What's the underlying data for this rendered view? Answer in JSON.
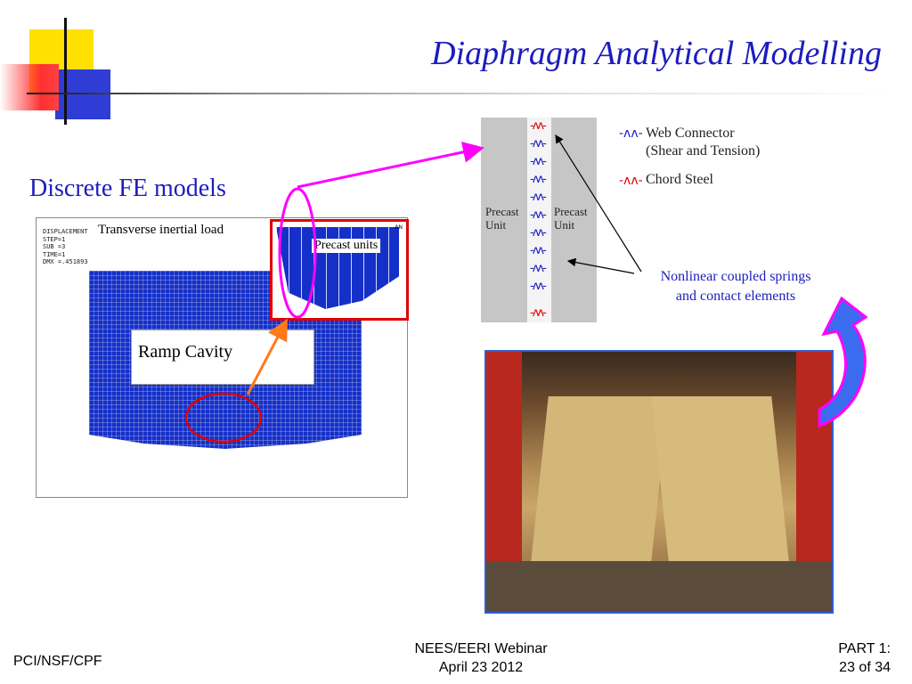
{
  "slide": {
    "title": "Diaphragm Analytical Modelling",
    "subtitle": "Discrete FE models"
  },
  "fe_model": {
    "meta_lines": [
      "DISPLACEMENT",
      "STEP=1",
      "SUB =3",
      "TIME=1",
      "DMX =.451893"
    ],
    "load_label": "Transverse inertial load",
    "cavity_label": "Ramp Cavity",
    "inset_label": "Precast units",
    "inset_tag": "AN"
  },
  "connector_diagram": {
    "left_unit_label": [
      "Precast",
      "Unit"
    ],
    "right_unit_label": [
      "Precast",
      "Unit"
    ],
    "legend_web_label_line1": "Web Connector",
    "legend_web_label_line2": "(Shear and Tension)",
    "legend_chord_label": "Chord Steel",
    "caption_line1": "Nonlinear coupled springs",
    "caption_line2": "and contact elements",
    "web_color": "#1c1cbf",
    "chord_color": "#e00000"
  },
  "footer": {
    "left": "PCI/NSF/CPF",
    "center_line1": "NEES/EERI Webinar",
    "center_line2": "April 23 2012",
    "right_line1": "PART 1:",
    "right_line2": "23 of 34"
  },
  "colors": {
    "title": "#1c1cbf",
    "mesh": "#1530c8",
    "highlight_magenta": "#ff00ff",
    "highlight_red": "#e00000",
    "arrow_orange": "#ff7a1a"
  }
}
